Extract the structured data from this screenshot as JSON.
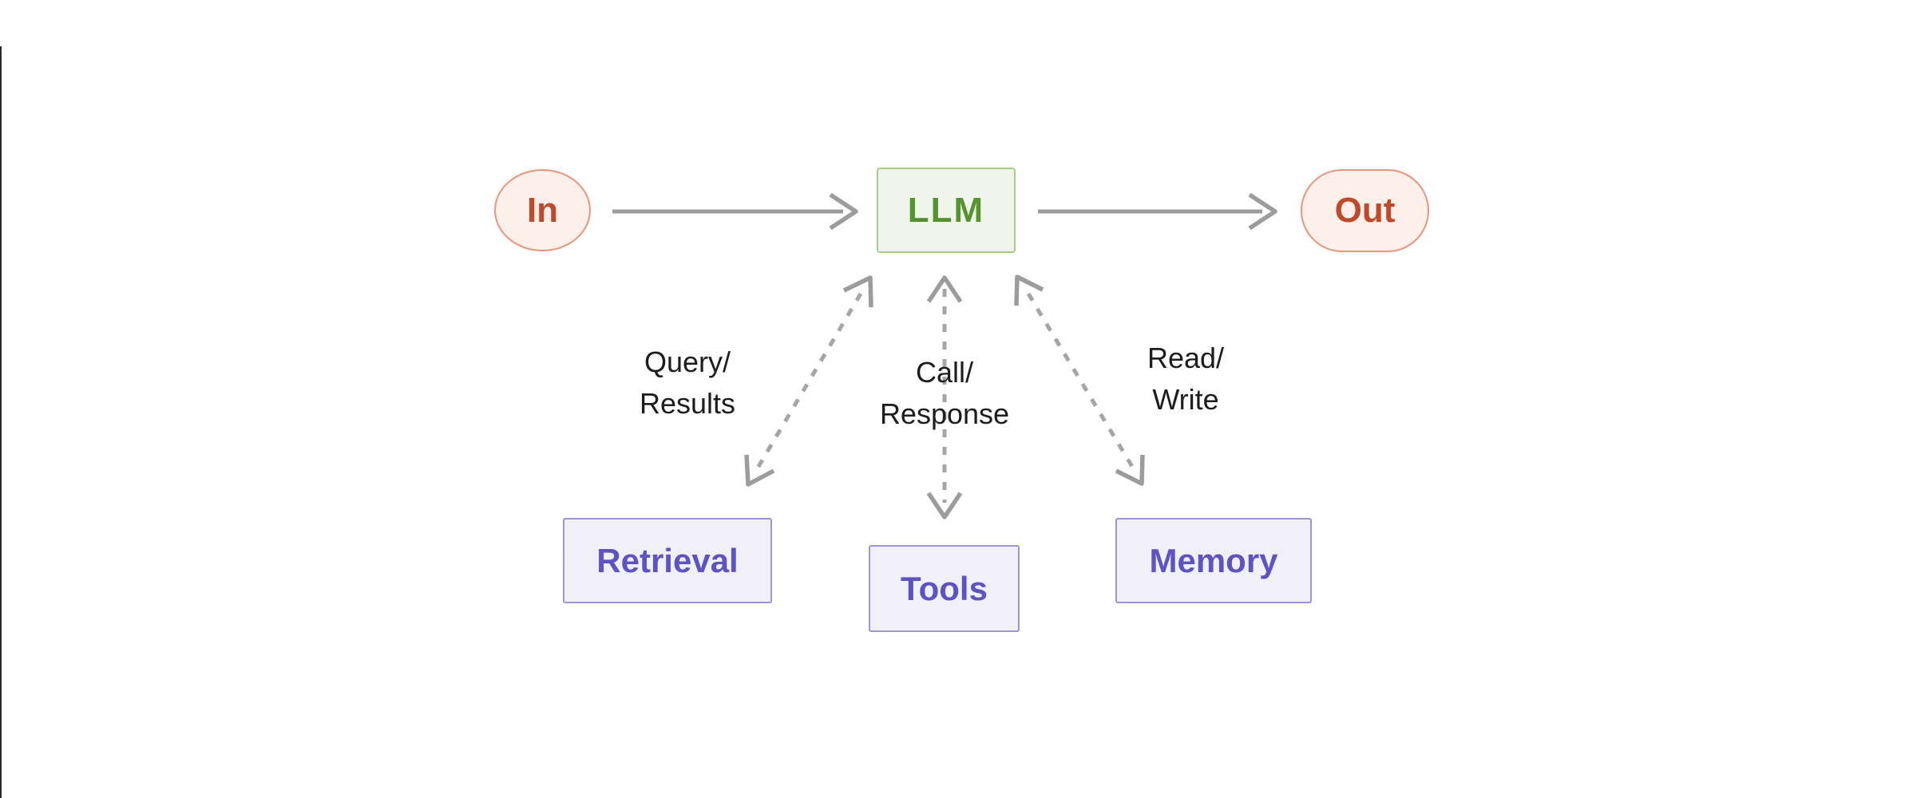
{
  "diagram": {
    "title": "LLM augmentation flow diagram",
    "nodes": {
      "in": {
        "label": "In"
      },
      "llm": {
        "label": "LLM"
      },
      "out": {
        "label": "Out"
      },
      "retrieval": {
        "label": "Retrieval"
      },
      "tools": {
        "label": "Tools"
      },
      "memory": {
        "label": "Memory"
      }
    },
    "edge_labels": {
      "retrieval": {
        "line1": "Query/",
        "line2": "Results"
      },
      "tools": {
        "line1": "Call/",
        "line2": "Response"
      },
      "memory": {
        "line1": "Read/",
        "line2": "Write"
      }
    },
    "edges": [
      {
        "from": "in",
        "to": "llm",
        "style": "solid",
        "arrowheads": "end"
      },
      {
        "from": "llm",
        "to": "out",
        "style": "solid",
        "arrowheads": "end"
      },
      {
        "from": "llm",
        "to": "retrieval",
        "style": "dashed",
        "arrowheads": "both",
        "label": "Query/Results"
      },
      {
        "from": "llm",
        "to": "tools",
        "style": "dashed",
        "arrowheads": "both",
        "label": "Call/Response"
      },
      {
        "from": "llm",
        "to": "memory",
        "style": "dashed",
        "arrowheads": "both",
        "label": "Read/Write"
      }
    ],
    "colors": {
      "peach_fill": "#fdefe9",
      "peach_border": "#e7967b",
      "peach_text": "#bf4a2b",
      "green_fill": "#eff5ea",
      "green_border": "#a7cc85",
      "green_text": "#55932e",
      "purple_fill": "#f1f0f9",
      "purple_border": "#9e95d8",
      "purple_text": "#5f53c4",
      "arrow_gray": "#9c9c9c",
      "label_text": "#1d1d1d",
      "background": "#ffffff"
    }
  }
}
